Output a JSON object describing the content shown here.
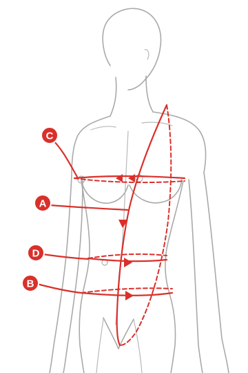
{
  "diagram": {
    "labels": [
      {
        "id": "C",
        "text": "C"
      },
      {
        "id": "A",
        "text": "A"
      },
      {
        "id": "D",
        "text": "D"
      },
      {
        "id": "B",
        "text": "B"
      }
    ],
    "colors": {
      "measurement_line": "#d9302b",
      "body_outline": "#a9a9a9",
      "background": "#ffffff"
    }
  }
}
